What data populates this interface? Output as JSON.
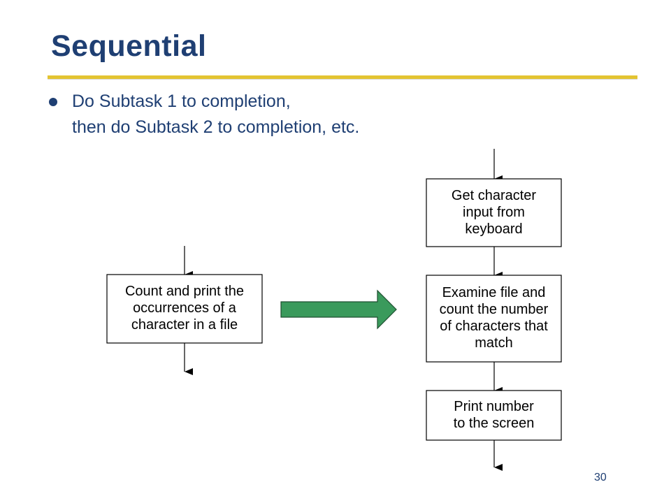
{
  "slide": {
    "title": "Sequential",
    "bullet": {
      "line1": "Do Subtask 1 to completion,",
      "line2": "then do Subtask 2 to completion, etc."
    },
    "page_number": "30",
    "accent_color": "#e3c431",
    "title_color": "#1f3f73",
    "arrow_color": "#3a9a5c"
  },
  "diagram": {
    "task_box": {
      "line1": "Count and print the",
      "line2": "occurrences of a",
      "line3": "character in a file"
    },
    "steps": [
      {
        "line1": "Get character",
        "line2": "input from",
        "line3": "keyboard"
      },
      {
        "line1": "Examine file and",
        "line2": "count the number",
        "line3": "of characters that",
        "line4": "match"
      },
      {
        "line1": "Print number",
        "line2": "to the screen"
      }
    ]
  }
}
